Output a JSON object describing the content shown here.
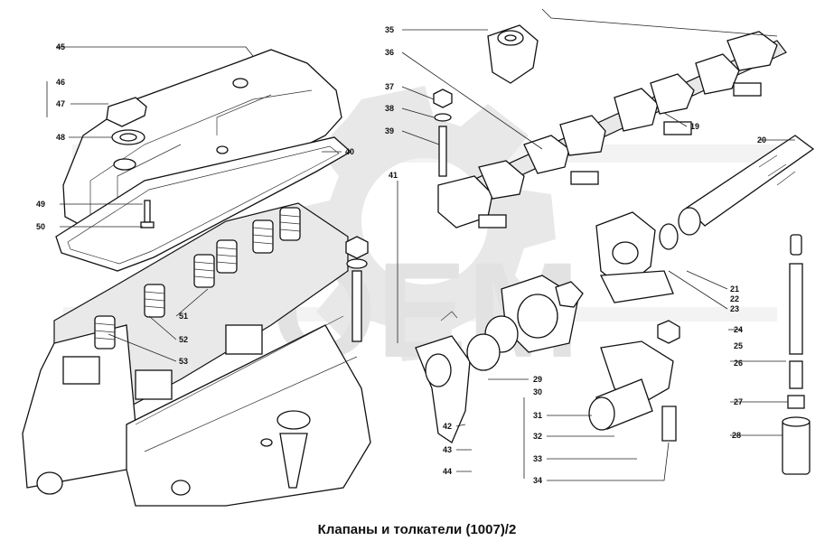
{
  "title": "Клапаны и толкатели (1007)/2",
  "callouts": [
    {
      "id": "45",
      "text": "45"
    },
    {
      "id": "46",
      "text": "46"
    },
    {
      "id": "47",
      "text": "47"
    },
    {
      "id": "48",
      "text": "48"
    },
    {
      "id": "40",
      "text": "40"
    },
    {
      "id": "49",
      "text": "49"
    },
    {
      "id": "50",
      "text": "50"
    },
    {
      "id": "51",
      "text": "51"
    },
    {
      "id": "52",
      "text": "52"
    },
    {
      "id": "53",
      "text": "53"
    },
    {
      "id": "35",
      "text": "35"
    },
    {
      "id": "36",
      "text": "36"
    },
    {
      "id": "37",
      "text": "37"
    },
    {
      "id": "38",
      "text": "38"
    },
    {
      "id": "39",
      "text": "39"
    },
    {
      "id": "41",
      "text": "41"
    },
    {
      "id": "19",
      "text": "19"
    },
    {
      "id": "20",
      "text": "20"
    },
    {
      "id": "21",
      "text": "21"
    },
    {
      "id": "22",
      "text": "22"
    },
    {
      "id": "23",
      "text": "23"
    },
    {
      "id": "24",
      "text": "24"
    },
    {
      "id": "25",
      "text": "25"
    },
    {
      "id": "26",
      "text": "26"
    },
    {
      "id": "27",
      "text": "27"
    },
    {
      "id": "28",
      "text": "28"
    },
    {
      "id": "29",
      "text": "29"
    },
    {
      "id": "30",
      "text": "30"
    },
    {
      "id": "31",
      "text": "31"
    },
    {
      "id": "32",
      "text": "32"
    },
    {
      "id": "33",
      "text": "33"
    },
    {
      "id": "34",
      "text": "34"
    },
    {
      "id": "42",
      "text": "42"
    },
    {
      "id": "43",
      "text": "43"
    },
    {
      "id": "44",
      "text": "44"
    }
  ]
}
